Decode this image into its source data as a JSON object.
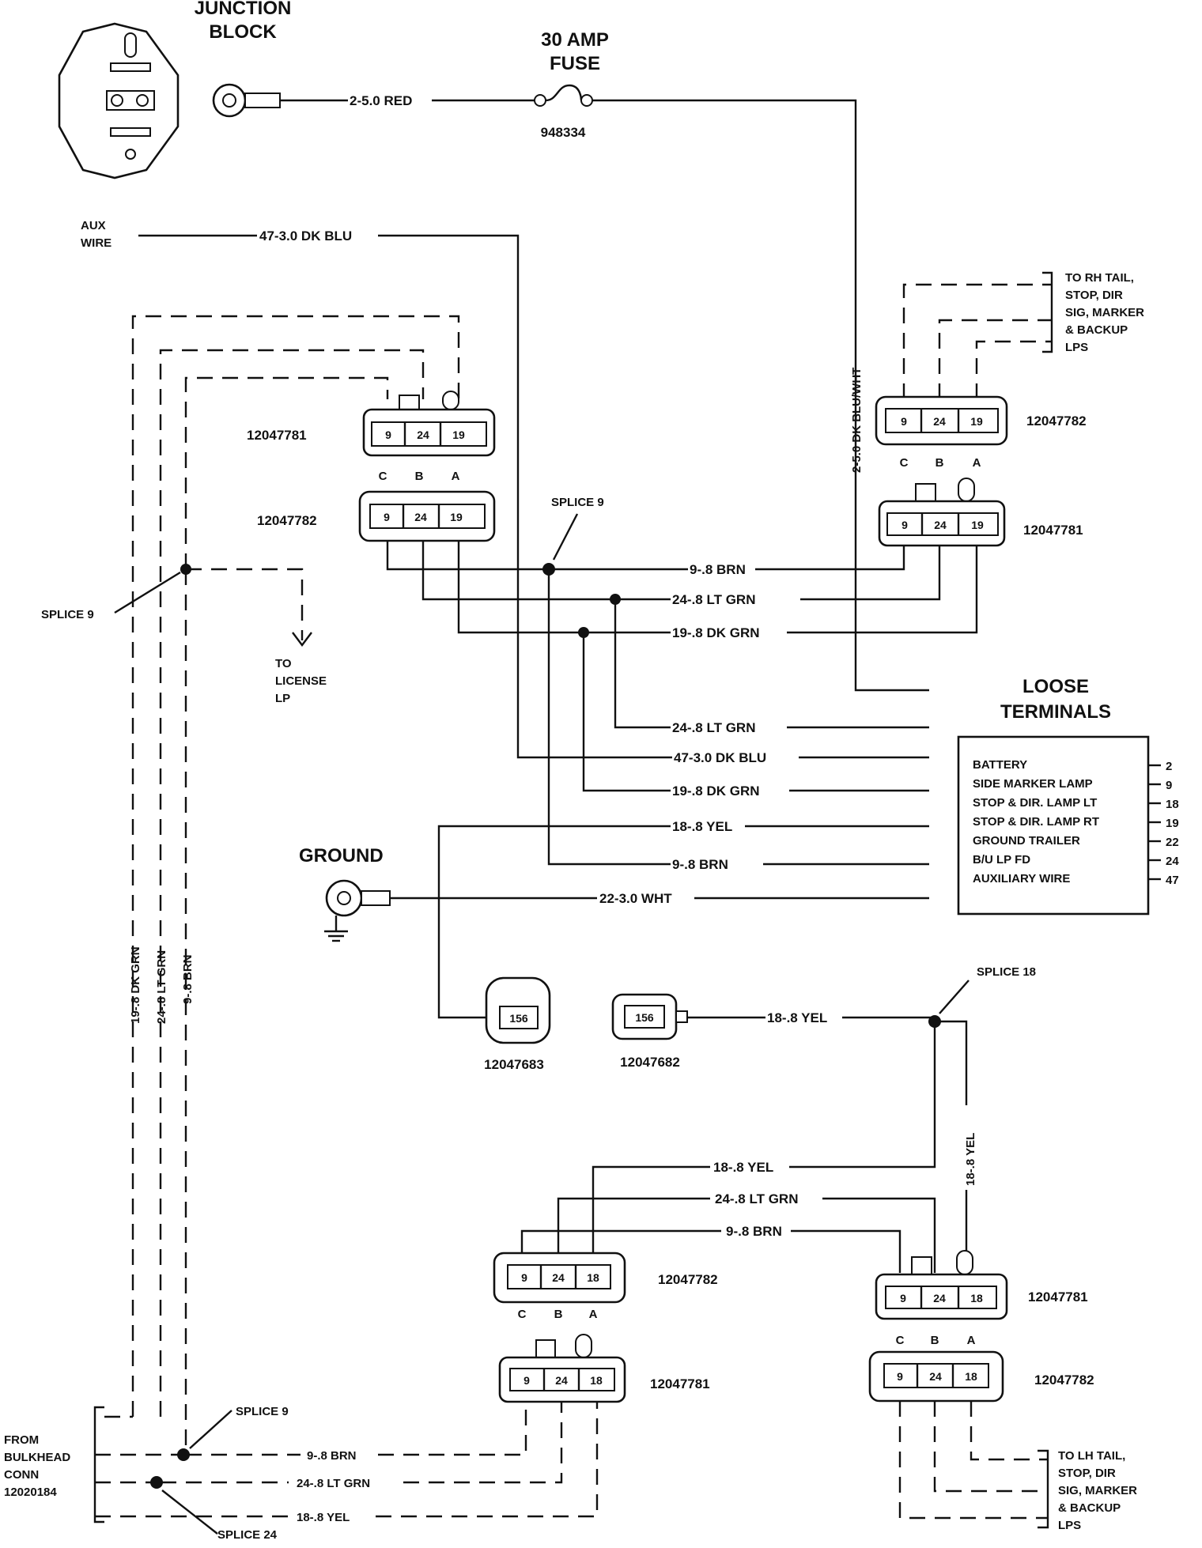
{
  "junction_block": {
    "title_line1": "JUNCTION",
    "title_line2": "BLOCK"
  },
  "fuse": {
    "title_line1": "30 AMP",
    "title_line2": "FUSE",
    "part": "948334"
  },
  "aux": {
    "line1": "AUX",
    "line2": "WIRE"
  },
  "ground": {
    "title": "GROUND"
  },
  "to_license": {
    "line1": "TO",
    "line2": "LICENSE",
    "line3": "LP"
  },
  "rh_tail": {
    "line1": "TO RH TAIL,",
    "line2": "STOP, DIR",
    "line3": "SIG, MARKER",
    "line4": "& BACKUP",
    "line5": "LPS"
  },
  "lh_tail": {
    "line1": "TO LH TAIL,",
    "line2": "STOP, DIR",
    "line3": "SIG, MARKER",
    "line4": "& BACKUP",
    "line5": "LPS"
  },
  "bulkhead": {
    "line1": "FROM",
    "line2": "BULKHEAD",
    "line3": "CONN",
    "line4": "12020184"
  },
  "splices": {
    "s9": "SPLICE 9",
    "s18": "SPLICE 18",
    "s24": "SPLICE 24"
  },
  "wires": {
    "w_red": "2-5.0 RED",
    "w_dkblu_aux": "47-3.0 DK BLU",
    "w_dkbluwht": "2-5.0 DK BLU/WHT",
    "w_brn": "9-.8 BRN",
    "w_ltgrn": "24-.8 LT GRN",
    "w_dkgrn": "19-.8 DK GRN",
    "w_yel": "18-.8 YEL",
    "w_wht": "22-3.0 WHT",
    "w_dkblu": "47-3.0 DK BLU",
    "v_dkgrn": "19-.8 DK GRN",
    "v_ltgrn": "24-.8 LT GRN",
    "v_brn": "9-.8 BRN",
    "v_yel": "18-.8 YEL"
  },
  "connectors": {
    "c1_part": "12047781",
    "c2_part": "12047782",
    "c3_part": "12047782",
    "c4_part": "12047781",
    "c5_part": "12047683",
    "c6_part": "12047682",
    "c7_part": "12047782",
    "c8_part": "12047781",
    "c9_part": "12047781",
    "c10_part": "12047782",
    "pins_top": [
      "9",
      "24",
      "19"
    ],
    "pins_bottom": [
      "9",
      "24",
      "18"
    ],
    "pin_156": "156",
    "letters": [
      "C",
      "B",
      "A"
    ]
  },
  "loose_terminals": {
    "title_line1": "LOOSE",
    "title_line2": "TERMINALS",
    "rows": [
      {
        "label": "BATTERY",
        "num": "2"
      },
      {
        "label": "SIDE MARKER LAMP",
        "num": "9"
      },
      {
        "label": "STOP & DIR. LAMP LT",
        "num": "18"
      },
      {
        "label": "STOP & DIR. LAMP RT",
        "num": "19"
      },
      {
        "label": "GROUND TRAILER",
        "num": "22"
      },
      {
        "label": "B/U LP FD",
        "num": "24"
      },
      {
        "label": "AUXILIARY WIRE",
        "num": "47"
      }
    ]
  }
}
